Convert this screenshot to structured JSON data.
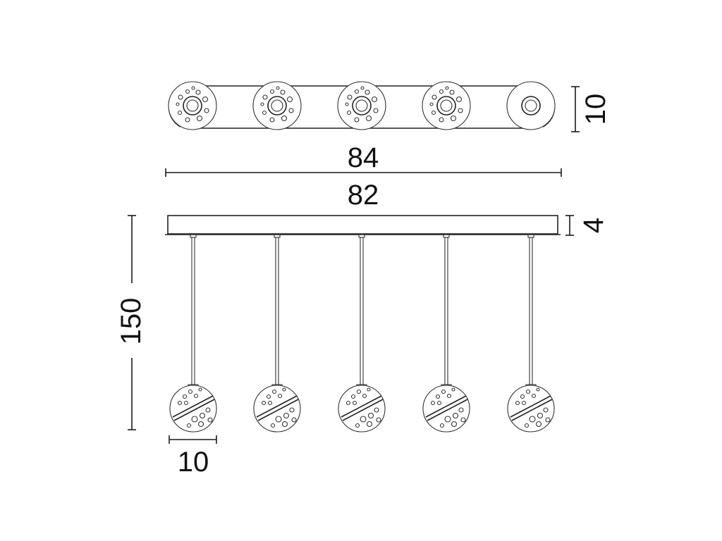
{
  "diagram": {
    "dimensions": {
      "top_view_depth": "10",
      "overall_length": "84",
      "canopy_length": "82",
      "canopy_height": "4",
      "total_height": "150",
      "globe_diameter": "10"
    },
    "pendant_count": 5,
    "colors": {
      "line": "#222222",
      "background": "#ffffff"
    }
  }
}
